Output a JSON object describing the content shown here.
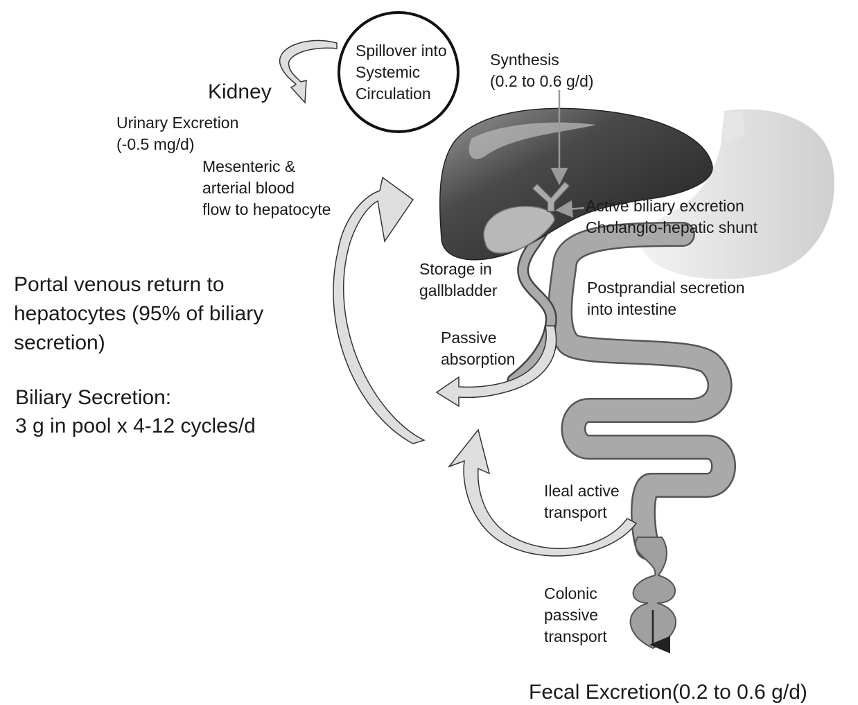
{
  "colors": {
    "liver_dark": "#3a3a3a",
    "liver_light": "#8a8a8a",
    "gallbladder": "#b8b8b8",
    "intestine_fill": "#a9a9a9",
    "intestine_edge": "#555555",
    "stomach": "#dcdcdc",
    "arrow_fill": "#dedede",
    "arrow_edge": "#333333",
    "text": "#1a1a1a"
  },
  "labels": {
    "spillover": [
      "Spillover into",
      "Systemic",
      "Circulation"
    ],
    "kidney": "Kidney",
    "urinary": [
      "Urinary Excretion",
      "(-0.5 mg/d)"
    ],
    "synthesis": [
      "Synthesis",
      "(0.2 to 0.6 g/d)"
    ],
    "mesenteric": [
      "Mesenteric &",
      "arterial blood",
      "flow to hepatocyte"
    ],
    "active_biliary": [
      "Active biliary excretion",
      "Cholangio-hepatic shunt"
    ],
    "storage": [
      "Storage in",
      "gallbladder"
    ],
    "portal": [
      "Portal venous return to",
      "hepatocytes (95% of biliary",
      "secretion)"
    ],
    "postprandial": [
      "Postprandial secretion",
      "into intestine"
    ],
    "passive": [
      "Passive",
      "absorption"
    ],
    "biliary_secretion": [
      "Biliary Secretion:",
      "3 g in pool x 4-12 cycles/d"
    ],
    "ileal": [
      "Ileal active",
      "transport"
    ],
    "colonic": [
      "Colonic",
      "passive",
      "transport"
    ],
    "fecal": "Fecal Excretion(0.2 to 0.6 g/d)"
  }
}
